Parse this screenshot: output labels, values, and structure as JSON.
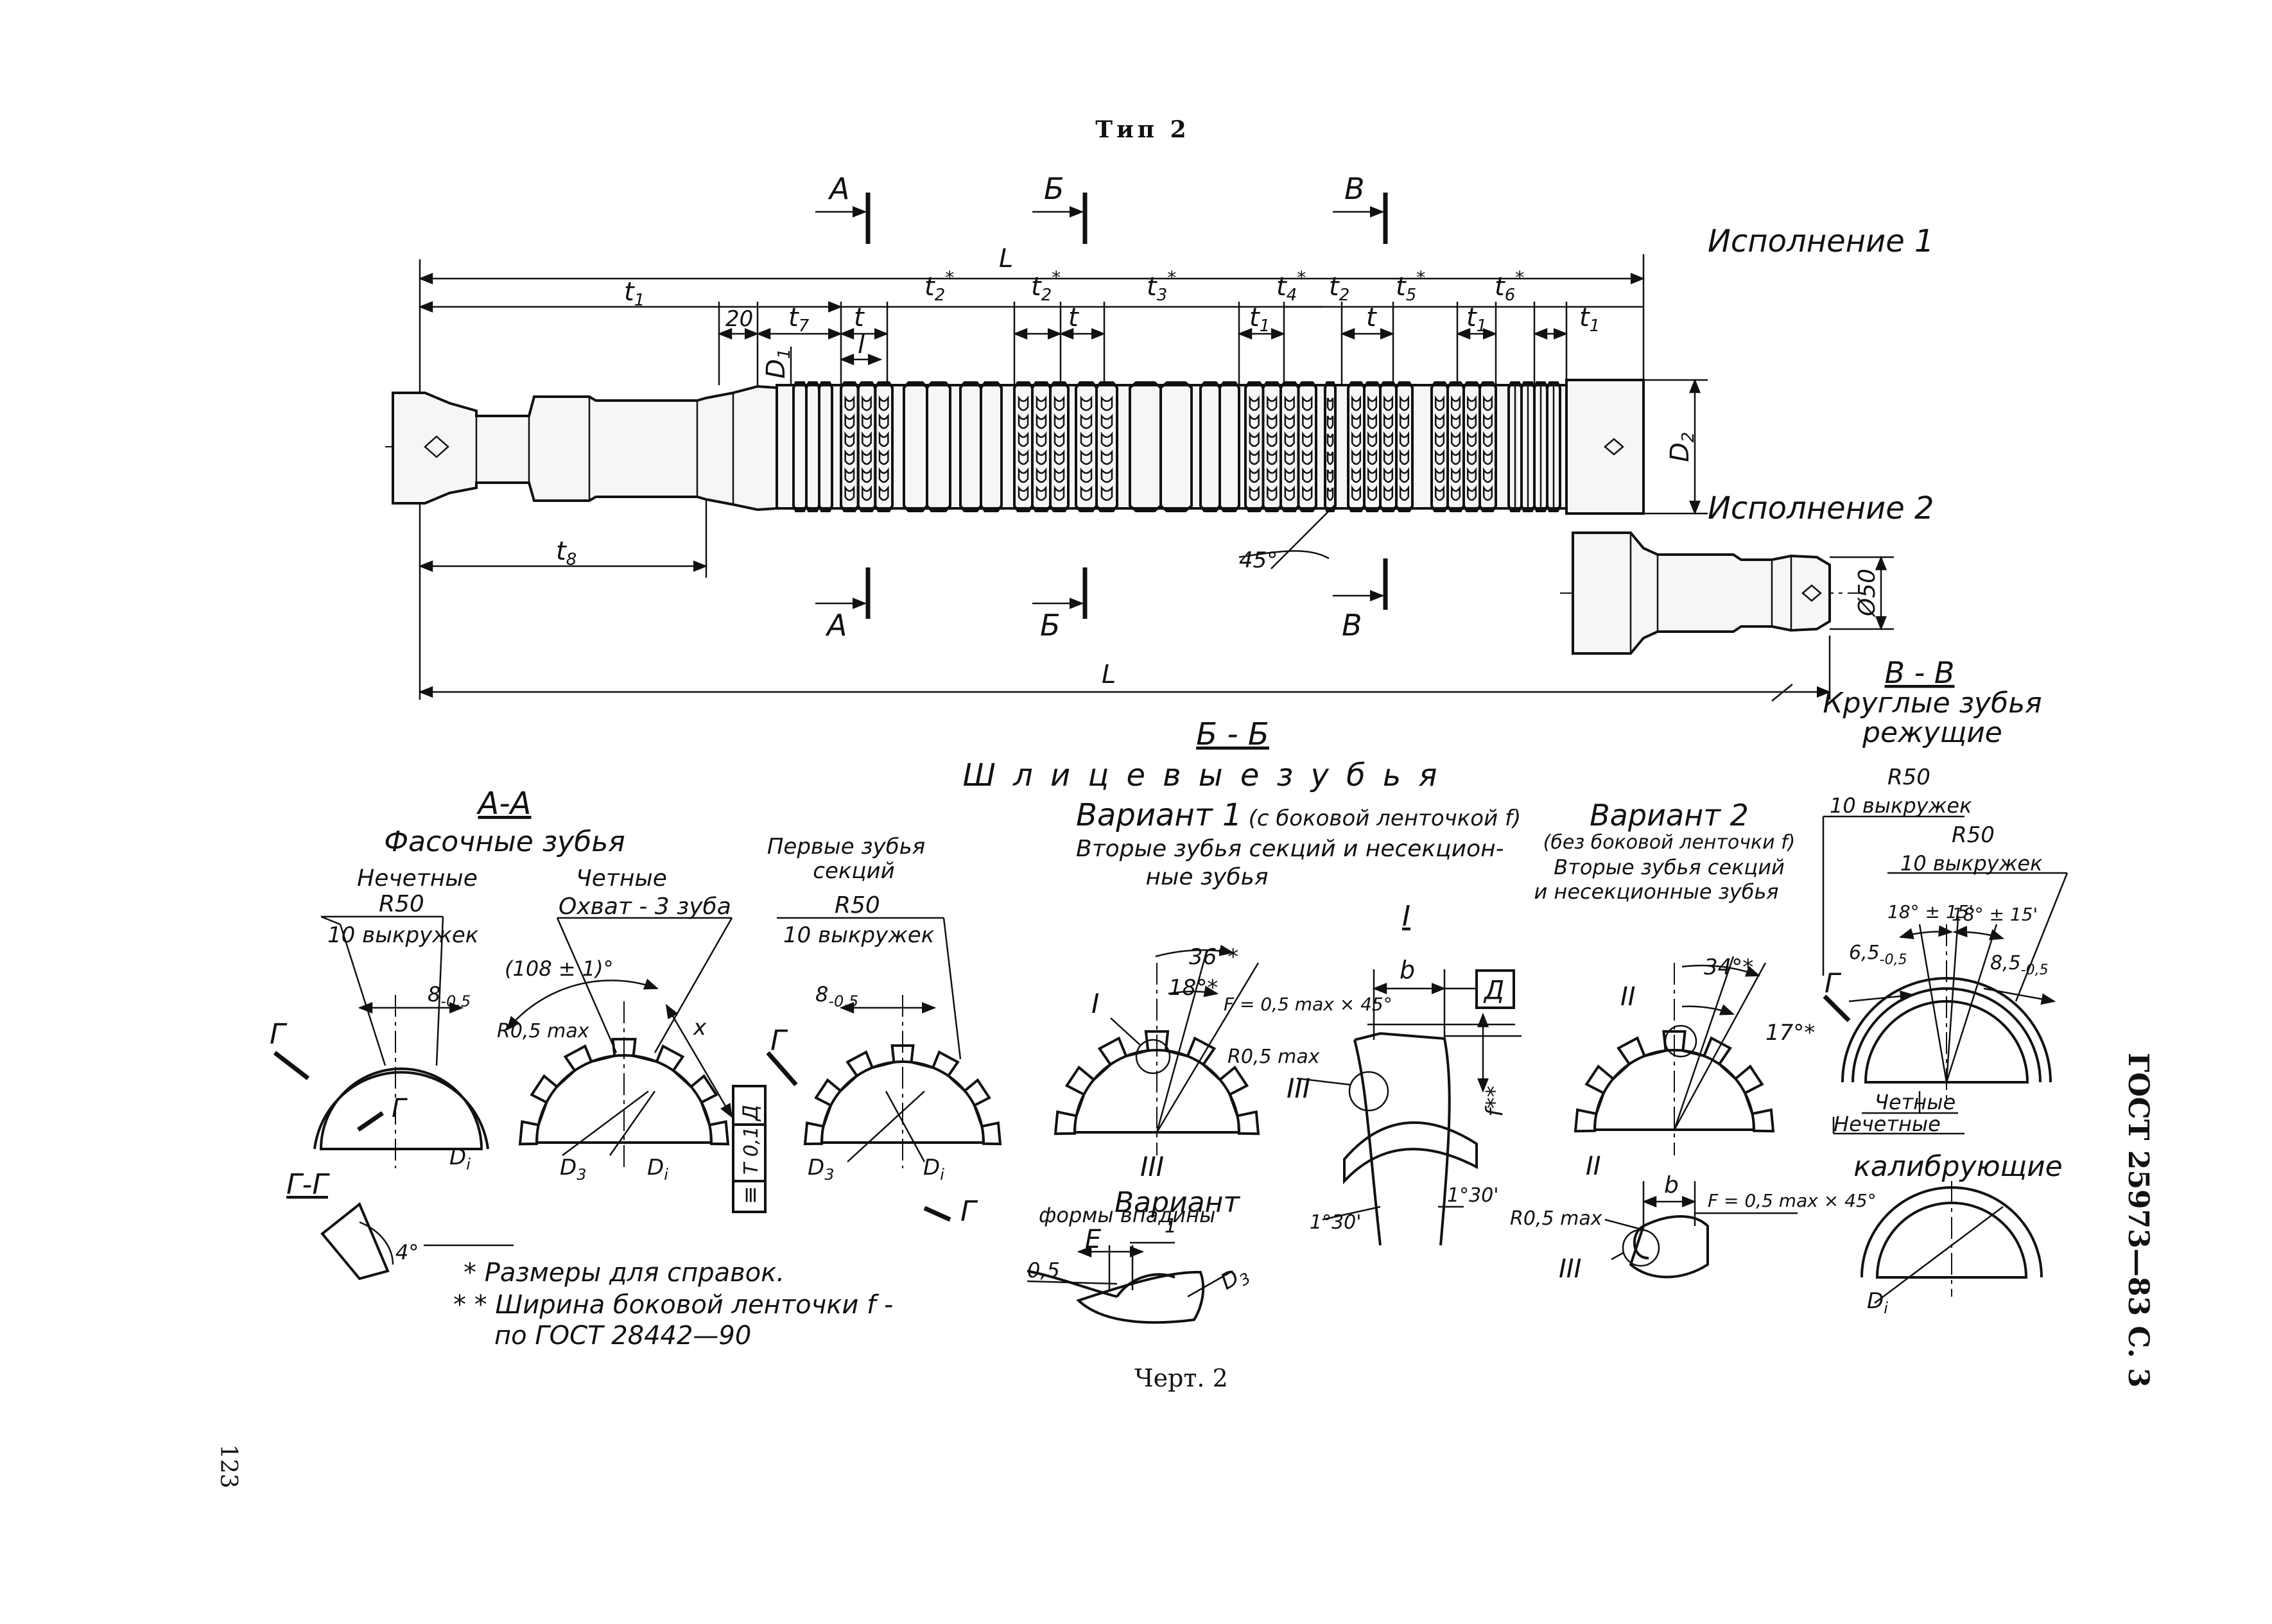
{
  "page": {
    "title": "Тип 2",
    "footer_caption": "Черт. 2",
    "page_number": "123",
    "standard_ref": "ГОСТ 25973—83 С. 3"
  },
  "main_view": {
    "variant_1_label": "Исполнение 1",
    "variant_2_label": "Исполнение 2",
    "section_marks": [
      "А",
      "Б",
      "В"
    ],
    "dims": {
      "L": "L",
      "t1": "t",
      "t1_sub": "1",
      "twenty": "20",
      "t7": "t",
      "t7_sub": "7",
      "t": "t",
      "l": "l",
      "t2s": "t",
      "t2s_sub": "2",
      "t2s_sup": "*",
      "t2s_b": "t",
      "t2s_b_sub": "2",
      "t2s_b_sup": "*",
      "t3s": "t",
      "t3s_sub": "3",
      "t3s_sup": "*",
      "t4s": "t",
      "t4s_sub": "4",
      "t4s_sup": "*",
      "t2": "t",
      "t2_sub": "2",
      "t5s": "t",
      "t5s_sub": "5",
      "t5s_sup": "*",
      "t6s": "t",
      "t6s_sub": "6",
      "t6s_sup": "*",
      "t1a": "t",
      "t1a_sub": "1",
      "t1b": "t",
      "t1b_sub": "1",
      "t1c": "t",
      "t1c_sub": "1",
      "D1": "D",
      "D1_sub": "1",
      "D2": "D",
      "D2_sub": "2",
      "t8": "t",
      "t8_sub": "8",
      "chamfer": "45°",
      "d50": "Ø50",
      "L2": "L"
    }
  },
  "section_aa": {
    "title": "А-А",
    "subtitle": "Фасочные зубья",
    "odd": "Нечетные",
    "even": "Четные",
    "r50": "R50",
    "grooves": "10 выкружек",
    "w": "8",
    "w_tol": "-0,5",
    "wrap": "Охват - 3 зуба",
    "angle": "(108 ± 1)°",
    "r05": "R0,5 max",
    "x": "x",
    "tol_frame": [
      "≡",
      "T 0,1",
      "Д"
    ],
    "D3": "D",
    "D3_sub": "3",
    "Di": "D",
    "Di_sub": "i",
    "g": "Г"
  },
  "section_gg": {
    "title": "Г-Г",
    "angle": "4°"
  },
  "first_teeth": {
    "title": "Первые зубья секций",
    "r50": "R50",
    "grooves": "10 выкружек",
    "w": "8",
    "w_tol": "-0,5",
    "D3": "D",
    "D3_sub": "3",
    "Di": "D",
    "Di_sub": "i",
    "g": "Г"
  },
  "notes": [
    "* Размеры для справок.",
    "* * Ширина боковой ленточки f -",
    "по ГОСТ 28442—90"
  ],
  "section_bb": {
    "title": "Б - Б",
    "subtitle": "Ш л и ц е в ы е   з у б ь я",
    "variant1": "Вариант 1",
    "variant1_note": "(с боковой ленточкой f)",
    "variant1_desc_1": "Вторые зубья секций и несекцион-",
    "variant1_desc_2": "ные зубья",
    "a36": "36°*",
    "a18": "18°*",
    "mark_I": "I",
    "mark_III": "III",
    "variant_shape_1": "Вариант",
    "variant_shape_2": "формы впадины",
    "E": "Е",
    "v05": "0,5",
    "one": "1",
    "D3": "D",
    "D3_sub": "3",
    "detail_I": "I",
    "b": "b",
    "F": "F = 0,5 max × 45°",
    "R05": "R0,5 max",
    "D": "Д",
    "f": "f**",
    "a130l": "1°30'",
    "a130r": "1°30'",
    "variant2": "Вариант 2",
    "variant2_note": "(без боковой ленточки f)",
    "variant2_desc_1": "Вторые зубья секций",
    "variant2_desc_2": "и несекционные зубья",
    "a34": "34°*",
    "a17": "17°*",
    "mark_II": "II",
    "mark_II_b": "II",
    "b2": "b",
    "F2": "F = 0,5 max × 45°",
    "R05b": "R0,5 max",
    "mark_III_b": "III"
  },
  "section_vv": {
    "title": "В - В",
    "subtitle_1": "Круглые зубья",
    "subtitle_2": "режущие",
    "r50a": "R50",
    "grooves_a": "10 выкружек",
    "r50b": "R50",
    "grooves_b": "10 выкружек",
    "a18a": "18° ± 15'",
    "a18b": "18° ± 15'",
    "w65": "6,5",
    "w65_tol": "-0,5",
    "w85": "8,5",
    "w85_tol": "-0,5",
    "g": "Г",
    "even": "Четные",
    "odd": "Нечетные",
    "calib": "калибрующие",
    "Di": "D",
    "Di_sub": "i"
  }
}
